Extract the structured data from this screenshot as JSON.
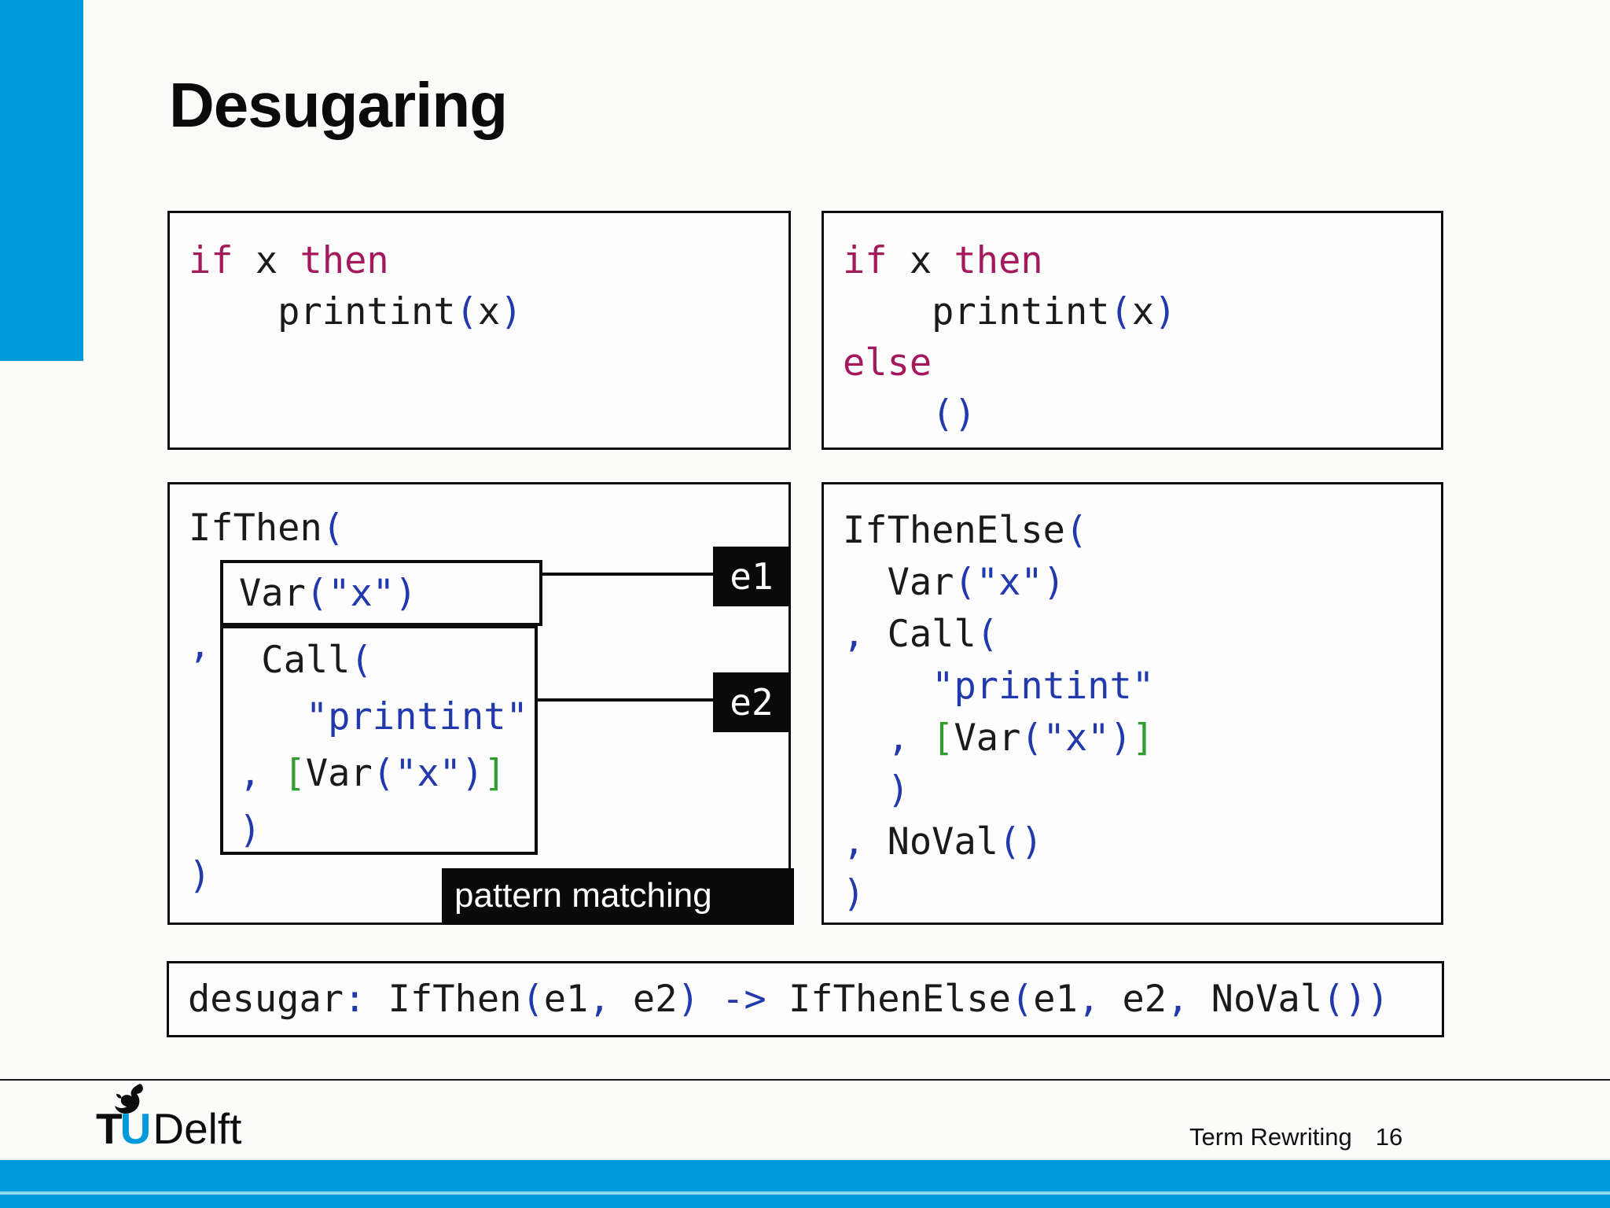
{
  "slide": {
    "title": "Desugaring"
  },
  "colors": {
    "accent_cyan": "#009ADB",
    "syntax_keyword_magenta": "#A3195B",
    "syntax_punct_blue": "#2139AC",
    "syntax_bracket_green": "#2F9E2F",
    "syntax_text_black": "#1a1a1a",
    "label_bg_black": "#0a0a0a"
  },
  "boxes": {
    "sugar_ifthen": {
      "lines": [
        [
          [
            "k",
            "if"
          ],
          [
            "t",
            " x "
          ],
          [
            "k",
            "then"
          ]
        ],
        [
          [
            "t",
            "    printint"
          ],
          [
            "p",
            "("
          ],
          [
            "t",
            "x"
          ],
          [
            "p",
            ")"
          ]
        ]
      ]
    },
    "sugar_ifthenelse": {
      "lines": [
        [
          [
            "k",
            "if"
          ],
          [
            "t",
            " x "
          ],
          [
            "k",
            "then"
          ]
        ],
        [
          [
            "t",
            "    printint"
          ],
          [
            "p",
            "("
          ],
          [
            "t",
            "x"
          ],
          [
            "p",
            ")"
          ]
        ],
        [
          [
            "k",
            "else"
          ]
        ],
        [
          [
            "t",
            "    "
          ],
          [
            "p",
            "()"
          ]
        ]
      ]
    },
    "ast_ifthen": {
      "header": [
        [
          "t",
          "IfThen"
        ],
        [
          "p",
          "("
        ]
      ],
      "cond": [
        [
          "t",
          "Var"
        ],
        [
          "p",
          "("
        ],
        [
          "s",
          "\"x\""
        ],
        [
          "p",
          ")"
        ]
      ],
      "comma": [
        [
          "p",
          ","
        ]
      ],
      "then_lines": [
        [
          [
            "t",
            " Call"
          ],
          [
            "p",
            "("
          ]
        ],
        [
          [
            "t",
            "   "
          ],
          [
            "s",
            "\"printint\""
          ]
        ],
        [
          [
            "p",
            ","
          ],
          [
            "t",
            " "
          ],
          [
            "b",
            "["
          ],
          [
            "t",
            "Var"
          ],
          [
            "p",
            "("
          ],
          [
            "s",
            "\"x\""
          ],
          [
            "p",
            ")"
          ],
          [
            "b",
            "]"
          ]
        ],
        [
          [
            "p",
            ")"
          ]
        ]
      ],
      "close": [
        [
          "p",
          ")"
        ]
      ]
    },
    "ast_ifthenelse": {
      "lines": [
        [
          [
            "t",
            "IfThenElse"
          ],
          [
            "p",
            "("
          ]
        ],
        [
          [
            "t",
            "  Var"
          ],
          [
            "p",
            "("
          ],
          [
            "s",
            "\"x\""
          ],
          [
            "p",
            ")"
          ]
        ],
        [
          [
            "p",
            ","
          ],
          [
            "t",
            " Call"
          ],
          [
            "p",
            "("
          ]
        ],
        [
          [
            "t",
            "    "
          ],
          [
            "s",
            "\"printint\""
          ]
        ],
        [
          [
            "t",
            "  "
          ],
          [
            "p",
            ","
          ],
          [
            "t",
            " "
          ],
          [
            "b",
            "["
          ],
          [
            "t",
            "Var"
          ],
          [
            "p",
            "("
          ],
          [
            "s",
            "\"x\""
          ],
          [
            "p",
            ")"
          ],
          [
            "b",
            "]"
          ]
        ],
        [
          [
            "t",
            "  "
          ],
          [
            "p",
            ")"
          ]
        ],
        [
          [
            "p",
            ","
          ],
          [
            "t",
            " NoVal"
          ],
          [
            "p",
            "()"
          ]
        ],
        [
          [
            "p",
            ")"
          ]
        ]
      ]
    },
    "rule": {
      "tokens": [
        [
          "t",
          "desugar"
        ],
        [
          "p",
          ":"
        ],
        [
          "t",
          " IfThen"
        ],
        [
          "p",
          "("
        ],
        [
          "t",
          "e1"
        ],
        [
          "p",
          ","
        ],
        [
          "t",
          " e2"
        ],
        [
          "p",
          ")"
        ],
        [
          "t",
          " "
        ],
        [
          "p",
          "->"
        ],
        [
          "t",
          " IfThenElse"
        ],
        [
          "p",
          "("
        ],
        [
          "t",
          "e1"
        ],
        [
          "p",
          ","
        ],
        [
          "t",
          " e2"
        ],
        [
          "p",
          ","
        ],
        [
          "t",
          " NoVal"
        ],
        [
          "p",
          "()"
        ],
        [
          "p",
          ")"
        ]
      ]
    }
  },
  "labels": {
    "e1": "e1",
    "e2": "e2",
    "pattern_matching": "pattern matching"
  },
  "footer": {
    "logo_t": "T",
    "logo_u": "U",
    "logo_delft": "Delft",
    "course": "Term Rewriting",
    "page": "16"
  }
}
